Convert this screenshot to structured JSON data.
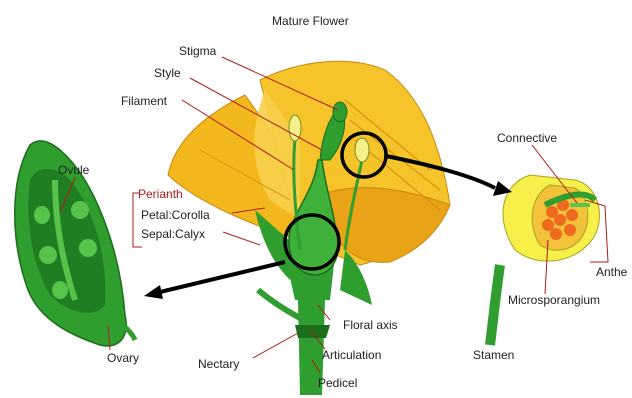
{
  "title": "Mature Flower",
  "labels": {
    "stigma": "Stigma",
    "style": "Style",
    "filament": "Filament",
    "ovule": "Ovule",
    "perianth": "Perianth",
    "petal": "Petal:Corolla",
    "sepal": "Sepal:Calyx",
    "ovary": "Ovary",
    "nectary": "Nectary",
    "floral_axis": "Floral axis",
    "articulation": "Articulation",
    "pedicel": "Pedicel",
    "connective": "Connective",
    "anther": "Anthe",
    "microsporangium": "Microsporangium",
    "stamen": "Stamen"
  },
  "colors": {
    "petal": "#f2b81e",
    "petal_shade": "#e59a12",
    "green": "#2f9e2f",
    "dark_green": "#1c6e1c",
    "light_green": "#58c34a",
    "pollen": "#ee6a1e",
    "leader_red": "#b01a1a",
    "arrow": "#000000"
  }
}
